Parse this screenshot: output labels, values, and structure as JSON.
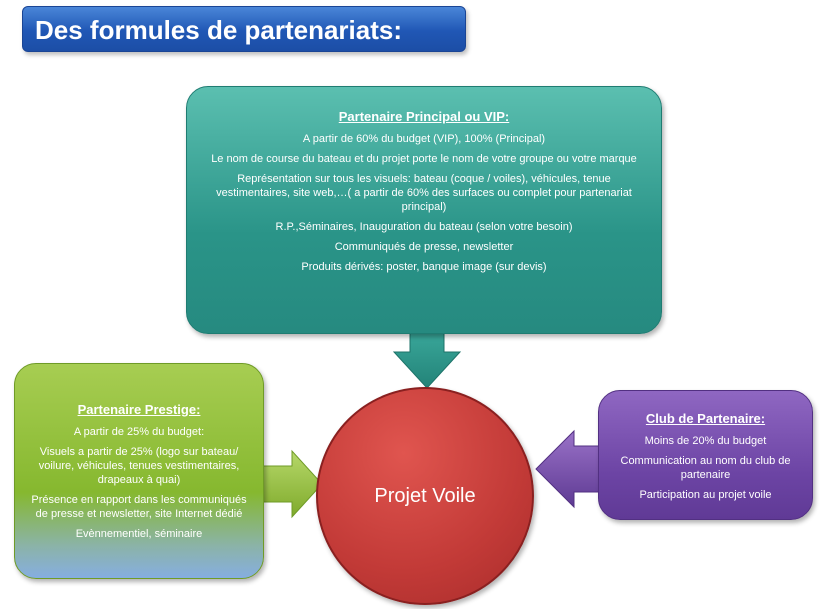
{
  "title": "Des formules de partenariats:",
  "vip": {
    "heading": "Partenaire  Principal ou VIP:",
    "items": [
      "A partir de 60% du budget (VIP), 100% (Principal)",
      "Le nom de course du bateau et du projet porte le nom de votre groupe ou votre marque",
      "Représentation sur tous les visuels: bateau (coque / voiles), véhicules, tenue vestimentaires, site web,…( a partir de 60% des surfaces ou complet pour partenariat principal)",
      "R.P.,Séminaires, Inauguration du bateau (selon votre besoin)",
      "Communiqués de presse, newsletter",
      "Produits dérivés: poster, banque image (sur devis)"
    ]
  },
  "prestige": {
    "heading": "Partenaire Prestige:",
    "items": [
      "A partir de 25% du budget:",
      "Visuels a partir de 25% (logo sur bateau/ voilure, véhicules, tenues vestimentaires, drapeaux à quai)",
      "Présence en rapport dans les communiqués de presse et newsletter, site Internet dédié",
      "Evènnementiel, séminaire"
    ]
  },
  "club": {
    "heading": "Club de Partenaire:",
    "items": [
      "Moins de 20% du budget",
      "Communication au nom du club de partenaire",
      "Participation au projet voile"
    ]
  },
  "center": "Projet Voile",
  "colors": {
    "title": "#2057b5",
    "vip": "#2a9488",
    "prestige": "#86b82f",
    "club": "#6c44a4",
    "center": "#c23a37"
  }
}
